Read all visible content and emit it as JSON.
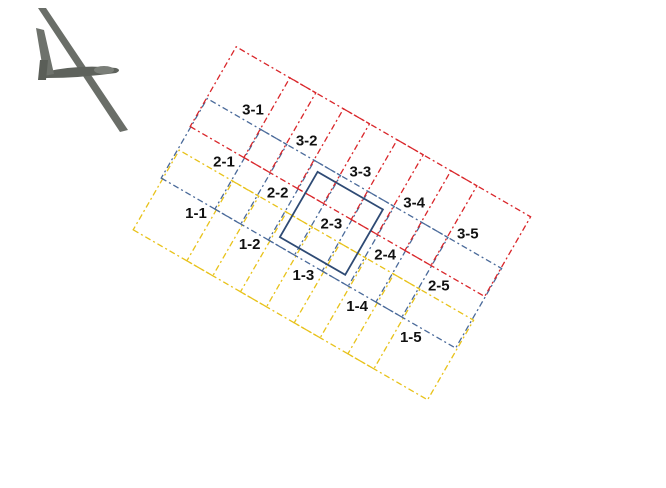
{
  "colors": {
    "row1": "#e8c21a",
    "row2": "#4a6a9a",
    "row3": "#d9262a",
    "highlight": "#2e4a74",
    "label": "#111111",
    "aircraft": "#6a6e68"
  },
  "aircraft_icon": "drone-uav-icon",
  "rows": [
    {
      "name": "row-1",
      "color_key": "row1",
      "cells": [
        "1-1",
        "1-2",
        "1-3",
        "1-4",
        "1-5"
      ]
    },
    {
      "name": "row-2",
      "color_key": "row2",
      "cells": [
        "2-1",
        "2-2",
        "2-3",
        "2-4",
        "2-5"
      ]
    },
    {
      "name": "row-3",
      "color_key": "row3",
      "cells": [
        "3-1",
        "3-2",
        "3-3",
        "3-4",
        "3-5"
      ]
    }
  ],
  "highlighted_cell": "2-3"
}
